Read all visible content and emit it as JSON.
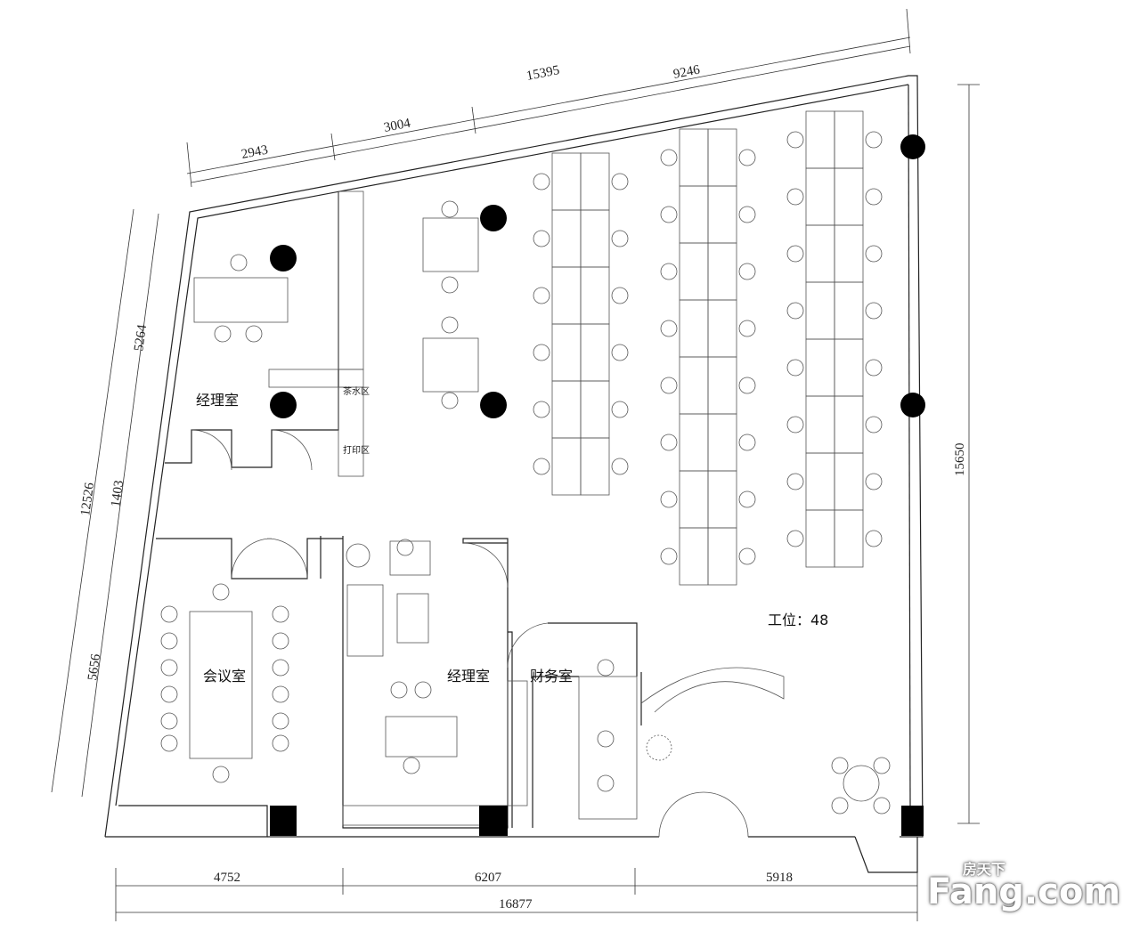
{
  "dimensions": {
    "top": [
      "2943",
      "3004",
      "15395",
      "9246"
    ],
    "left": [
      "5264",
      "12526",
      "1403",
      "5656"
    ],
    "right": "15650",
    "bottom": [
      "4752",
      "6207",
      "5918",
      "16877"
    ]
  },
  "rooms": {
    "manager_office_1": "经理室",
    "tea_area": "茶水区",
    "print_area": "打印区",
    "meeting_room": "会议室",
    "manager_office_2": "经理室",
    "finance_room": "财务室"
  },
  "workstations_label": "工位：48",
  "watermark": {
    "brand": "Fang.com",
    "brand_cn": "房天下"
  }
}
